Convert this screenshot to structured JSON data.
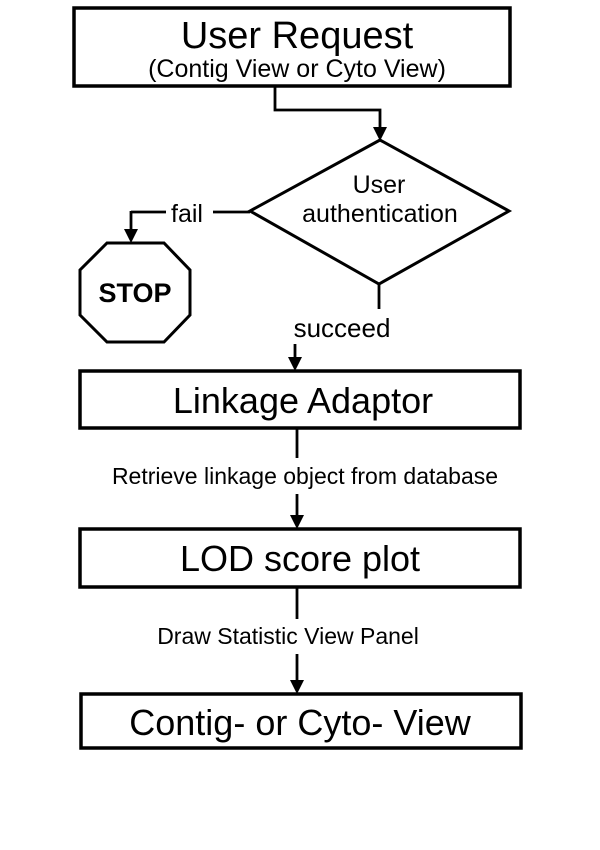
{
  "diagram": {
    "type": "flowchart",
    "background_color": "#ffffff",
    "stroke_color": "#000000",
    "text_color": "#000000",
    "nodes": [
      {
        "id": "user-request",
        "shape": "rectangle",
        "title": "User Request",
        "subtitle": "(Contig View or Cyto View)"
      },
      {
        "id": "user-authentication",
        "shape": "diamond",
        "label": "User authentication",
        "label_line1": "User",
        "label_line2": "authentication"
      },
      {
        "id": "stop",
        "shape": "octagon",
        "label": "STOP"
      },
      {
        "id": "linkage-adaptor",
        "shape": "rectangle",
        "label": "Linkage Adaptor"
      },
      {
        "id": "lod-score-plot",
        "shape": "rectangle",
        "label": "LOD score plot"
      },
      {
        "id": "contig-or-cyto-view",
        "shape": "rectangle",
        "label": "Contig- or Cyto- View"
      }
    ],
    "edges": [
      {
        "from": "user-request",
        "to": "user-authentication",
        "label": ""
      },
      {
        "from": "user-authentication",
        "to": "stop",
        "label": "fail"
      },
      {
        "from": "user-authentication",
        "to": "linkage-adaptor",
        "label": "succeed"
      },
      {
        "from": "linkage-adaptor",
        "to": "lod-score-plot",
        "label": "Retrieve linkage object from database"
      },
      {
        "from": "lod-score-plot",
        "to": "contig-or-cyto-view",
        "label": "Draw Statistic View Panel"
      }
    ]
  }
}
